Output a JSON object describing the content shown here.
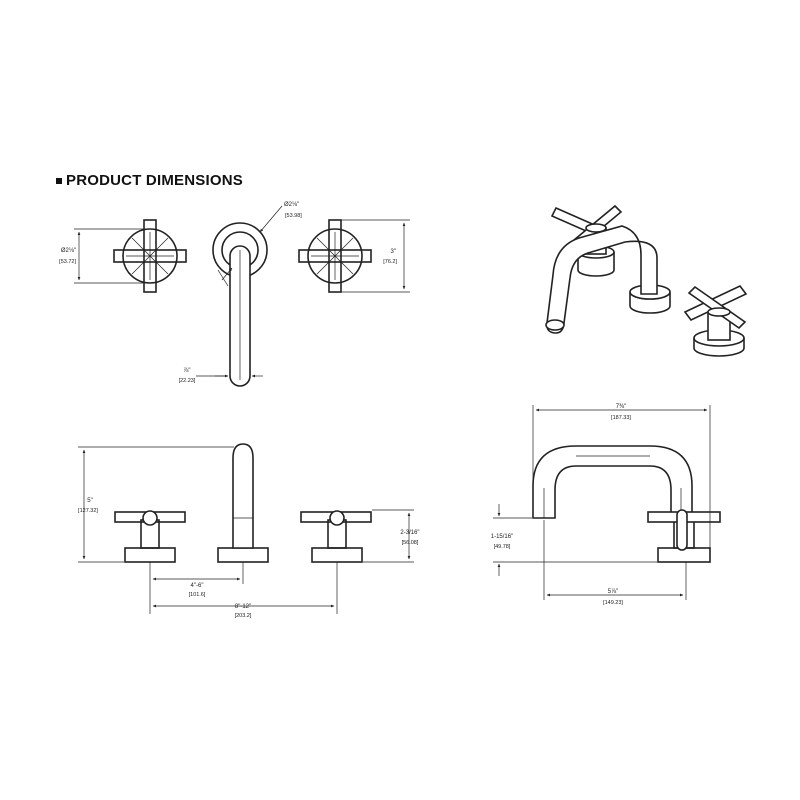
{
  "heading": "PRODUCT DIMENSIONS",
  "dimensions": {
    "handle_diameter": {
      "imperial": "Ø2⅛\"",
      "metric": "[53.72]"
    },
    "escutcheon_diameter": {
      "imperial": "Ø2⅛\"",
      "metric": "[53.98]"
    },
    "handle_span": {
      "imperial": "3\"",
      "metric": "[76.2]"
    },
    "spout_width": {
      "imperial": "⅞\"",
      "metric": "[22.23]"
    },
    "total_height": {
      "imperial": "5\"",
      "metric": "[127.32]"
    },
    "handle_height": {
      "imperial": "2-3/16\"",
      "metric": "[56.08]"
    },
    "spread_min": {
      "imperial": "4\"-6\"",
      "metric": "[101.6]"
    },
    "spread_max": {
      "imperial": "8\"-12\"",
      "metric": "[203.2]"
    },
    "reach_total": {
      "imperial": "7⅜\"",
      "metric": "[187.33]"
    },
    "spout_clearance": {
      "imperial": "1-15/16\"",
      "metric": "[49.78]"
    },
    "reach": {
      "imperial": "5⅞\"",
      "metric": "[149.23]"
    }
  }
}
